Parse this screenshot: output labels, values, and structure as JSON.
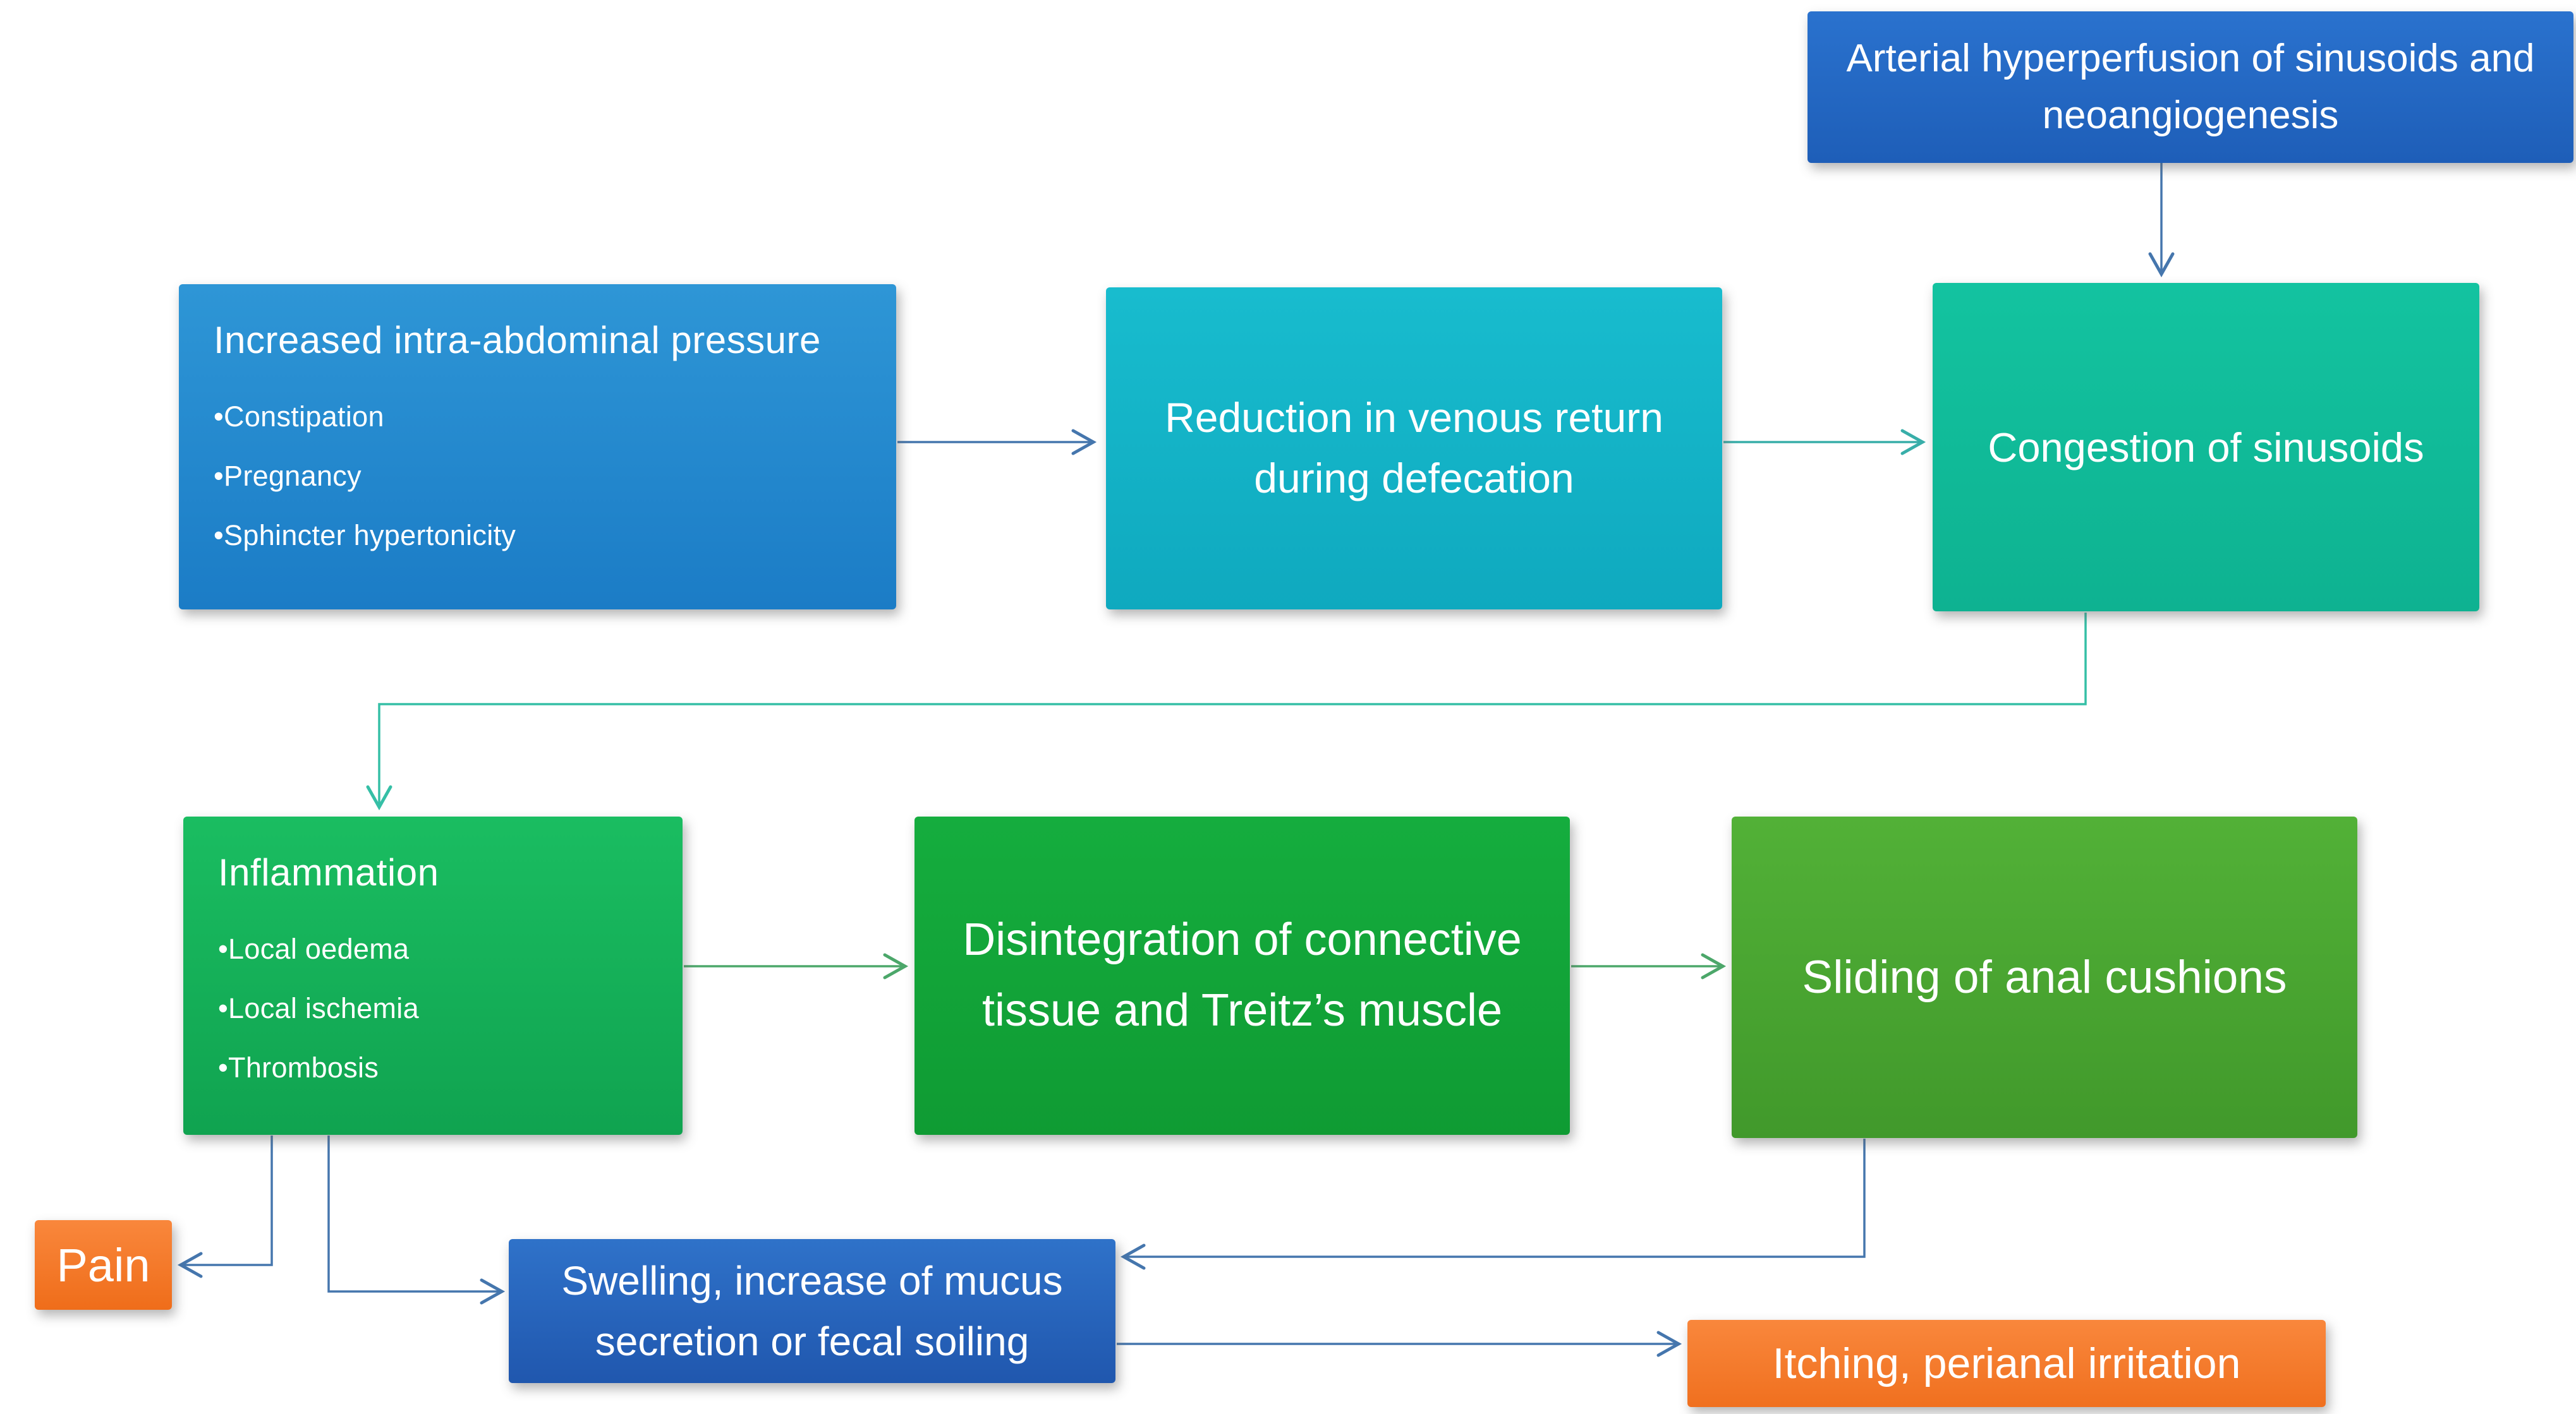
{
  "flowchart": {
    "nodes": {
      "arterial": {
        "label": "Arterial hyperperfusion of sinusoids and neoangiogenesis",
        "color_top": "#2A72CE",
        "color_bottom": "#1E5EB8"
      },
      "increased": {
        "title": "Increased intra-abdominal pressure",
        "bullets": [
          "•Constipation",
          "•Pregnancy",
          "•Sphincter hypertonicity"
        ],
        "color_top": "#2E96D6",
        "color_bottom": "#1B7CC6"
      },
      "reduction": {
        "label": "Reduction in venous return during defecation",
        "color_top": "#18BCCE",
        "color_bottom": "#0FA9BF"
      },
      "congestion": {
        "label": "Congestion of sinusoids",
        "color_top": "#13C3A0",
        "color_bottom": "#0EB291"
      },
      "inflammation": {
        "title": "Inflammation",
        "bullets": [
          "•Local oedema",
          "•Local ischemia",
          "•Thrombosis"
        ],
        "color_top": "#1ABD61",
        "color_bottom": "#10A350"
      },
      "disintegration": {
        "label": "Disintegration of connective tissue and Treitz’s muscle",
        "color_top": "#15AD3E",
        "color_bottom": "#0F9B33"
      },
      "sliding": {
        "label": "Sliding of anal cushions",
        "color_top": "#52B137",
        "color_bottom": "#41992B"
      },
      "pain": {
        "label": "Pain",
        "color_top": "#F9873C",
        "color_bottom": "#EF6D1A"
      },
      "swelling": {
        "label": "Swelling, increase of mucus secretion or fecal soiling",
        "color_top": "#2F72C9",
        "color_bottom": "#2057AE"
      },
      "itching": {
        "label": "Itching, perianal irritation",
        "color_top": "#F9873C",
        "color_bottom": "#F0701F"
      }
    },
    "edges": [
      {
        "from": "arterial",
        "to": "congestion"
      },
      {
        "from": "increased",
        "to": "reduction"
      },
      {
        "from": "reduction",
        "to": "congestion"
      },
      {
        "from": "congestion",
        "to": "inflammation"
      },
      {
        "from": "inflammation",
        "to": "disintegration"
      },
      {
        "from": "disintegration",
        "to": "sliding"
      },
      {
        "from": "inflammation",
        "to": "pain"
      },
      {
        "from": "inflammation",
        "to": "swelling"
      },
      {
        "from": "sliding",
        "to": "swelling"
      },
      {
        "from": "swelling",
        "to": "itching"
      }
    ],
    "connector_colors": {
      "blue": "#4576AD",
      "teal": "#38AEA9",
      "green": "#4CA76A",
      "emerald": "#35BFA6"
    },
    "background": "#ffffff",
    "text_color": "#ffffff"
  }
}
